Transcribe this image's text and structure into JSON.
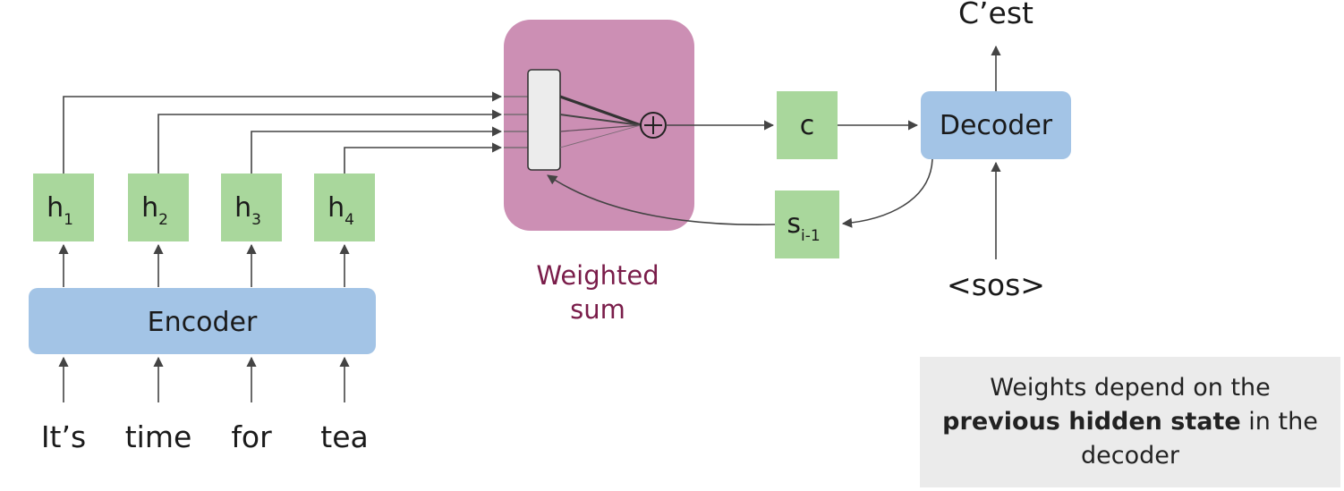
{
  "inputs": [
    "It’s",
    "time",
    "for",
    "tea"
  ],
  "hidden_states": [
    {
      "base": "h",
      "sub": "1"
    },
    {
      "base": "h",
      "sub": "2"
    },
    {
      "base": "h",
      "sub": "3"
    },
    {
      "base": "h",
      "sub": "4"
    }
  ],
  "encoder_label": "Encoder",
  "decoder_label": "Decoder",
  "context_label": "c",
  "prev_state": {
    "base": "s",
    "sub": "i-1"
  },
  "output_word": "C’est",
  "decoder_input": "<sos>",
  "weighted_sum": {
    "line1": "Weighted",
    "line2": "sum",
    "operator": "+"
  },
  "note": {
    "line1": "Weights depend on the",
    "bold": "previous hidden state",
    "line2_rest": " in the",
    "line3": "decoder"
  },
  "colors": {
    "encoder_decoder": "#a3c4e6",
    "hidden_state": "#a9d79c",
    "weighted_sum_box": "#cc8fb4",
    "caption": "#7a1d4a",
    "note_bg": "#ebebeb"
  }
}
